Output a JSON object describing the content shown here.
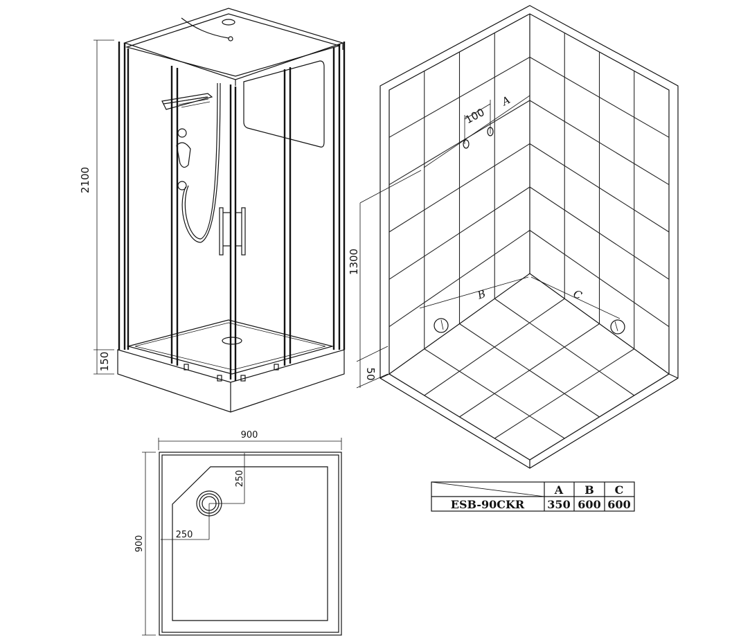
{
  "dimensions": {
    "height_total": "2100",
    "tray_height": "150",
    "width_top": "900",
    "depth_side": "900",
    "drain_offset_x": "250",
    "drain_offset_y": "250",
    "inlet_height": "1300",
    "outlet_height": "50",
    "spacing": "100"
  },
  "points": {
    "a": "A",
    "b": "B",
    "c": "C"
  },
  "table": {
    "headers": [
      "A",
      "B",
      "C"
    ],
    "model": "ESB-90CKR",
    "values": [
      "350",
      "600",
      "600"
    ]
  }
}
